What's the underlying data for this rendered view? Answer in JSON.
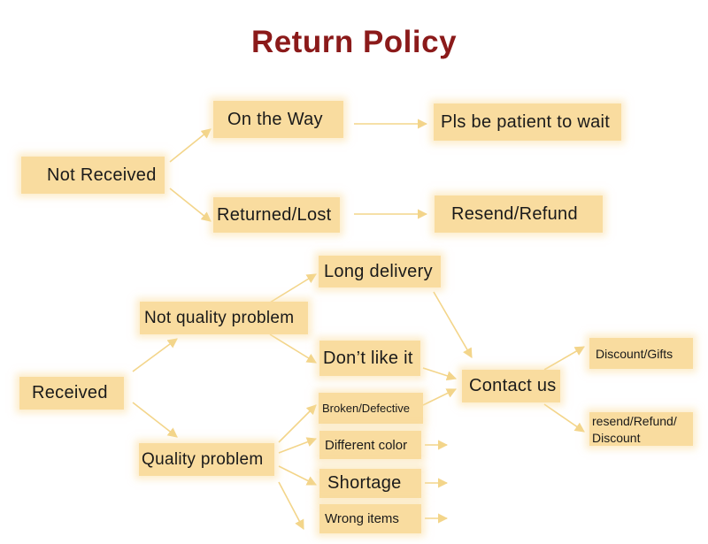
{
  "title": "Return Policy",
  "colors": {
    "title": "#8b1a1a",
    "box_fill": "#f9dc9f",
    "arrow": "#f3d58a"
  },
  "nodes": {
    "not_received": "Not Received",
    "on_the_way": "On the Way",
    "be_patient": "Pls be patient to wait",
    "returned_lost": "Returned/Lost",
    "resend_refund": "Resend/Refund",
    "received": "Received",
    "not_quality_problem": "Not quality problem",
    "long_delivery": "Long delivery",
    "dont_like_it": "Don’t like it",
    "quality_problem": "Quality problem",
    "broken_defective": "Broken/Defective",
    "different_color": "Different color",
    "shortage": "Shortage",
    "wrong_items": "Wrong items",
    "contact_us": "Contact us",
    "discount_gifts": "Discount/Gifts",
    "resend_refund_discount_1": "resend/Refund/",
    "resend_refund_discount_2": "Discount"
  }
}
